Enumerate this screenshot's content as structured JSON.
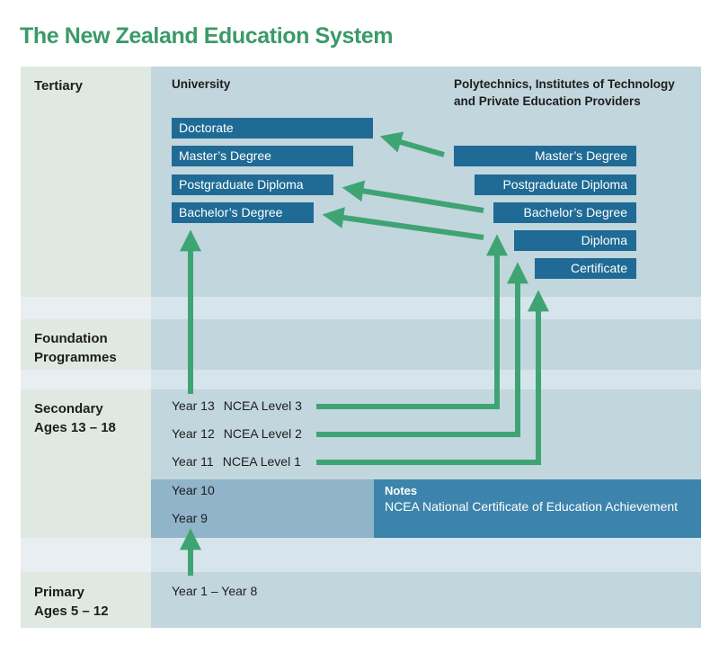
{
  "title": "The New Zealand Education System",
  "sections": {
    "tertiary": "Tertiary",
    "foundation": [
      "Foundation",
      "Programmes"
    ],
    "secondary": [
      "Secondary",
      "Ages 13 – 18"
    ],
    "primary": [
      "Primary",
      "Ages 5 – 12"
    ]
  },
  "columns": {
    "university": "University",
    "polytechnics": [
      "Polytechnics, Institutes of Technology",
      "and Private Education Providers"
    ]
  },
  "university_qualifications": [
    "Doctorate",
    "Master’s Degree",
    "Postgraduate Diploma",
    "Bachelor’s Degree"
  ],
  "polytechnic_qualifications": [
    "Master’s Degree",
    "Postgraduate Diploma",
    "Bachelor’s Degree",
    "Diploma",
    "Certificate"
  ],
  "secondary_years": [
    {
      "year": "Year 13",
      "ncea": "NCEA Level 3"
    },
    {
      "year": "Year 12",
      "ncea": "NCEA Level 2"
    },
    {
      "year": "Year 11",
      "ncea": "NCEA Level 1"
    }
  ],
  "lower_years": [
    "Year 10",
    "Year 9"
  ],
  "primary_years": "Year 1 – Year 8",
  "notes": {
    "title": "Notes",
    "body": "NCEA National Certificate of Education Achievement"
  },
  "colors": {
    "title_green": "#3a9a68",
    "arrow_green": "#3fa474",
    "qualification_box": "#1f6b95",
    "notes_box": "#3d84ac"
  }
}
